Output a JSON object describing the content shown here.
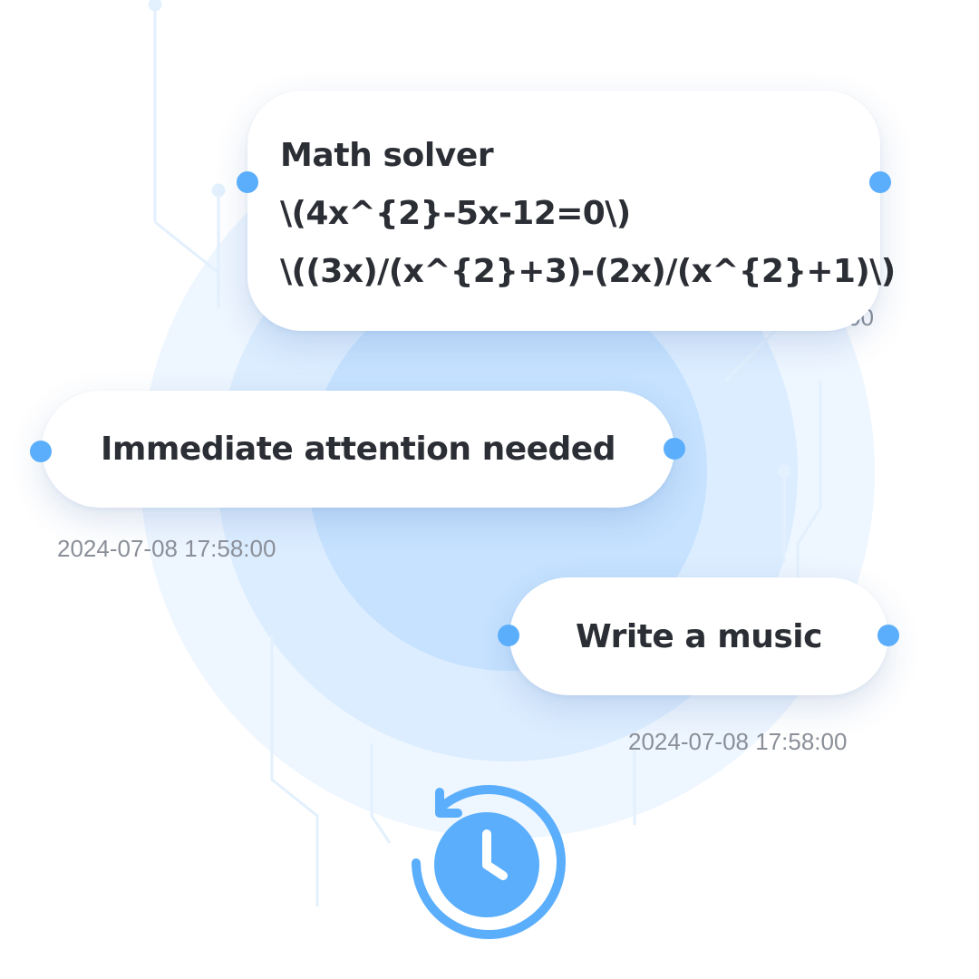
{
  "colors": {
    "accent": "#5aaefc",
    "text": "#2b2e34",
    "timestamp": "#8a8f98",
    "glow_outer": "#eaf4ff",
    "glow_mid": "#d7eaff",
    "glow_inner": "#c2e0ff"
  },
  "cards": {
    "math": {
      "title": "Math solver",
      "line1": "\\(4x^{2}-5x-12=0\\)",
      "line2": "\\((3x)/(x^{2}+3)-(2x)/(x^{2}+1)\\)",
      "timestamp_partial": "00"
    },
    "urgent": {
      "label": "Immediate attention needed",
      "timestamp": "2024-07-08 17:58:00"
    },
    "music": {
      "label": "Write a music",
      "timestamp": "2024-07-08 17:58:00"
    }
  },
  "icons": {
    "history": "history-clock-icon"
  }
}
